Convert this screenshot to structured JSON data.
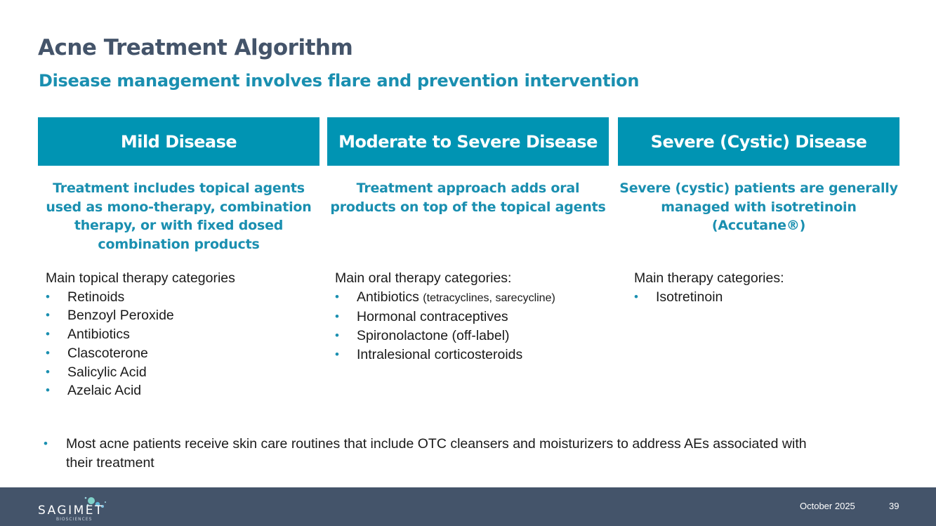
{
  "title": "Acne Treatment Algorithm",
  "subtitle": "Disease management involves flare and prevention intervention",
  "columns": [
    {
      "header": "Mild Disease",
      "description_lines": [
        "Treatment includes topical agents",
        "used as mono-therapy, combination",
        "therapy, or with fixed dosed",
        "combination products"
      ],
      "list_heading": "Main topical therapy categories",
      "items": [
        "Retinoids",
        "Benzoyl Peroxide",
        "Antibiotics",
        "Clascoterone",
        "Salicylic Acid",
        "Azelaic Acid"
      ]
    },
    {
      "header": "Moderate to Severe  Disease",
      "description_lines": [
        "Treatment approach adds oral",
        "products on top of the topical agents"
      ],
      "list_heading": "Main oral therapy categories:",
      "items": [
        "Antibiotics",
        "Hormonal contraceptives",
        "Spironolactone (off-label)",
        "Intralesional corticosteroids"
      ],
      "item0_note": "(tetracyclines, sarecycline)"
    },
    {
      "header": "Severe (Cystic) Disease",
      "description_lines": [
        "Severe (cystic) patients are generally",
        "managed with isotretinoin",
        "(Accutane®)"
      ],
      "list_heading": "Main therapy categories:",
      "items": [
        "Isotretinoin"
      ]
    }
  ],
  "bullet_glyph": "•",
  "note": {
    "line1": "Most acne patients receive skin care routines that include OTC cleansers and moisturizers to address AEs associated with",
    "line2": "their treatment"
  },
  "footer": {
    "logo_text": "SAGIMET",
    "logo_subtext": "BIOSCIENCES",
    "date": "October 2025",
    "page_number": "39"
  },
  "colors": {
    "header_bg": "#0094b3",
    "accent_text": "#1a8fb0",
    "title": "#44546a",
    "footer_bg": "#44546a"
  }
}
